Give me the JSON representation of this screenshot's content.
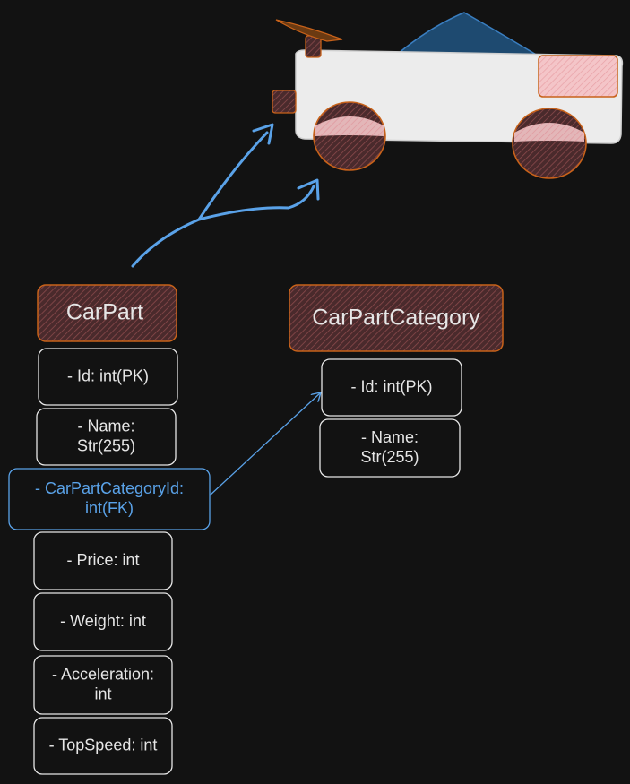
{
  "colors": {
    "background": "#121212",
    "box_stroke": "#e6e6e6",
    "text": "#e6e6e6",
    "highlight": "#5aa2e8",
    "header_stroke": "#c8621a",
    "header_fill": "#4a2a2c",
    "hatch": "#8a4a4c",
    "car_body": "#ececec",
    "car_roof": "#1e4a70",
    "car_wheel_fill": "#4a2a2c",
    "car_window_fill": "#f4c5c8",
    "spoiler": "#6b3a12"
  },
  "carpart": {
    "title": "CarPart",
    "fields": [
      {
        "lines": [
          "- Id: int(PK)"
        ]
      },
      {
        "lines": [
          "- Name:",
          "Str(255)"
        ]
      },
      {
        "lines": [
          "- CarPartCategoryId:",
          "int(FK)"
        ],
        "highlight": true
      },
      {
        "lines": [
          "- Price: int"
        ]
      },
      {
        "lines": [
          "- Weight: int"
        ]
      },
      {
        "lines": [
          "- Acceleration:",
          "int"
        ]
      },
      {
        "lines": [
          "- TopSpeed: int"
        ]
      }
    ]
  },
  "category": {
    "title": "CarPartCategory",
    "fields": [
      {
        "lines": [
          "- Id: int(PK)"
        ]
      },
      {
        "lines": [
          "- Name:",
          "Str(255)"
        ]
      }
    ]
  },
  "car_icon": {
    "name": "car-sketch-icon"
  }
}
